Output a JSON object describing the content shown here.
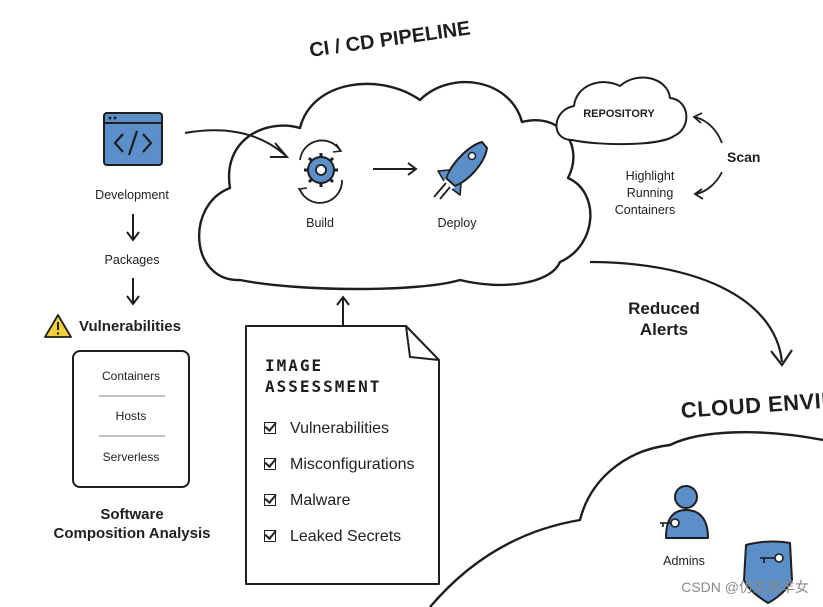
{
  "pipeline": {
    "title": "CI / CD PIPELINE",
    "build_label": "Build",
    "deploy_label": "Deploy"
  },
  "dev_flow": {
    "development_label": "Development",
    "packages_label": "Packages",
    "vulnerabilities_label": "Vulnerabilities"
  },
  "sca": {
    "items": [
      "Containers",
      "Hosts",
      "Serverless"
    ],
    "caption_line1": "Software",
    "caption_line2": "Composition Analysis"
  },
  "image_assessment": {
    "title_line1": "IMAGE",
    "title_line2": "ASSESSMENT",
    "items": [
      "Vulnerabilities",
      "Misconfigurations",
      "Malware",
      "Leaked Secrets"
    ]
  },
  "repository": {
    "label": "REPOSITORY",
    "scan_label": "Scan",
    "highlight_lines": [
      "Highlight",
      "Running",
      "Containers"
    ]
  },
  "reduced_alerts": {
    "line1": "Reduced",
    "line2": "Alerts"
  },
  "cloud_env": {
    "title": "CLOUD ENVIR",
    "admins_label": "Admins"
  },
  "watermark": "CSDN @仿生羔羊女",
  "colors": {
    "accent_blue": "#5b8fc9",
    "stroke": "#1e1e1e",
    "warning_yellow": "#f3cf3b"
  }
}
